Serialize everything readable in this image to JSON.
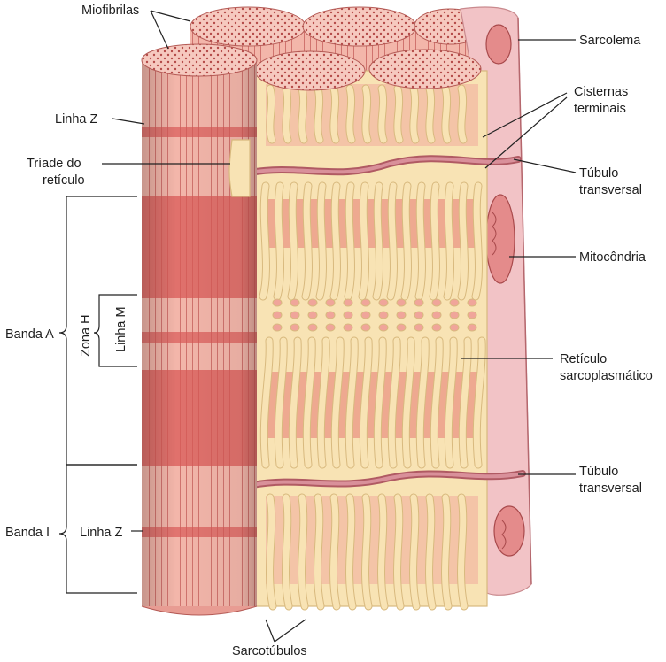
{
  "labels": {
    "miofibrilas": "Miofibrilas",
    "linha_z_top": "Linha Z",
    "triade_line1": "Tríade do",
    "triade_line2": "retículo",
    "banda_a": "Banda A",
    "zona_h": "Zona H",
    "linha_m": "Linha M",
    "banda_i": "Banda I",
    "linha_z_bottom": "Linha Z",
    "sarcotubulos": "Sarcotúbulos",
    "sarcolema": "Sarcolema",
    "cisternas_line1": "Cisternas",
    "cisternas_line2": "terminais",
    "tubulo_top_line1": "Túbulo",
    "tubulo_top_line2": "transversal",
    "mitocondria": "Mitocôndria",
    "reticulo_line1": "Retículo",
    "reticulo_line2": "sarcoplasmático",
    "tubulo_bottom_line1": "Túbulo",
    "tubulo_bottom_line2": "transversal"
  },
  "colors": {
    "myofibril_light": "#f3b6aa",
    "myofibril_band": "#d95a57",
    "myofibril_top": "#f6c9bf",
    "reticulum": "#f8e3b4",
    "reticulum_edge": "#d8b97e",
    "t_tubule": "#c9737c",
    "sarcolemma": "#f2c3c6",
    "mitochondria": "#e48b8b"
  }
}
